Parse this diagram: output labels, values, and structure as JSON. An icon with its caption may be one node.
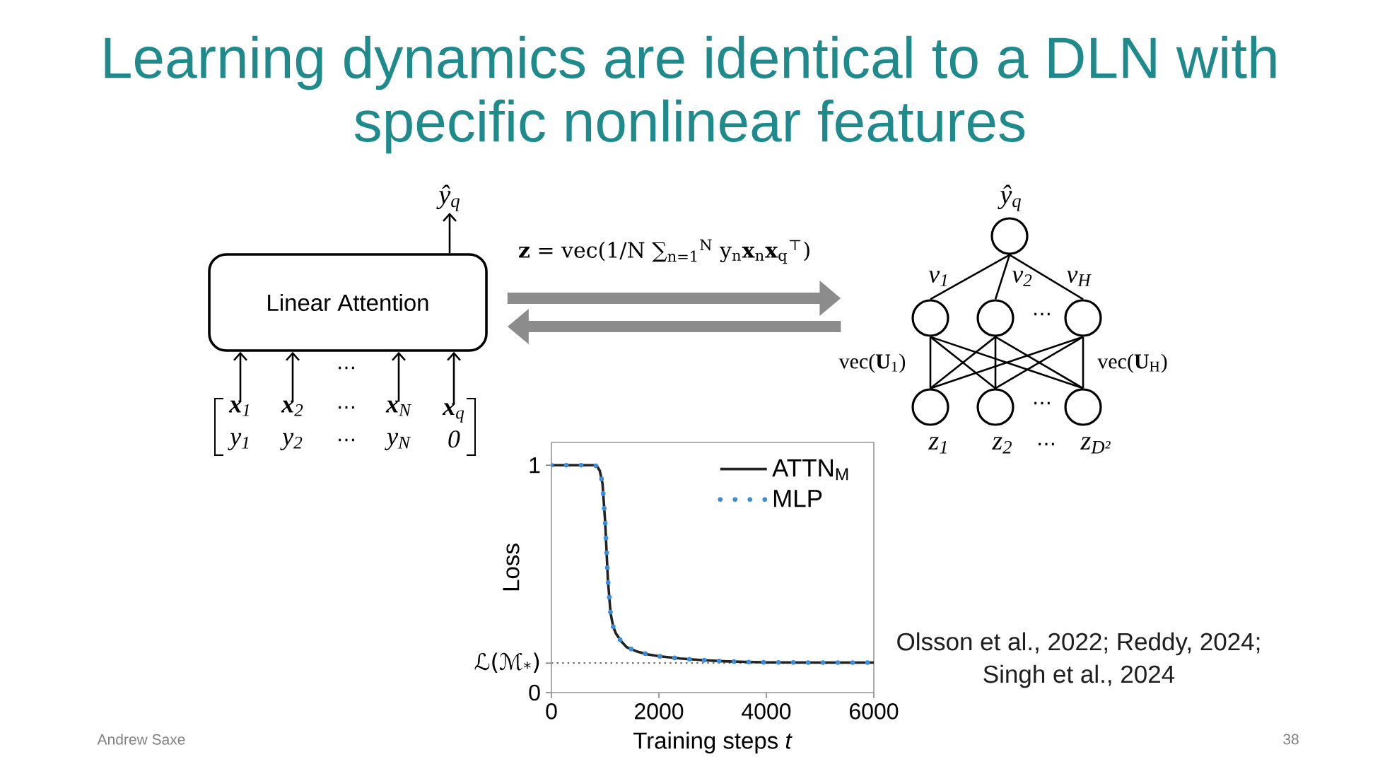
{
  "diagram": {
    "title": "Learning dynamics are identical to a DLN with specific nonlinear features",
    "nodes": [
      {
        "text": [
          "Linear Attention"
        ]
      },
      {
        "text": [
          "ŷ$_{q}$"
        ]
      },
      {
        "text": [
          "**x**$_{1}$",
          "y$_{1}$"
        ]
      },
      {
        "text": [
          "**x**$_{2}$",
          "y$_{2}$"
        ]
      },
      {
        "text": [
          "**x**$_{N}$",
          "y$_{N}$"
        ]
      },
      {
        "text": [
          "**x**$_{q}$",
          "0"
        ]
      },
      {
        "text": [],
        "shape": "circle",
        "beside": [
          "ŷ$_{q}$"
        ]
      },
      {
        "text": [],
        "shape": "circle"
      },
      {
        "text": [],
        "shape": "circle"
      },
      {
        "text": [],
        "shape": "circle"
      },
      {
        "text": [],
        "shape": "circle",
        "beside": [
          "z$_{1}$"
        ]
      },
      {
        "text": [],
        "shape": "circle",
        "beside": [
          "z$_{2}$"
        ]
      },
      {
        "text": [],
        "shape": "circle",
        "beside": [
          "z$_{D²}$"
        ]
      }
    ],
    "edges": [
      {
        "from": 0,
        "to": 1,
        "arrow": "to"
      },
      {
        "from": 2,
        "to": 0,
        "arrow": "to"
      },
      {
        "from": 3,
        "to": 0,
        "arrow": "to"
      },
      {
        "from": 4,
        "to": 0,
        "arrow": "to"
      },
      {
        "from": 5,
        "to": 0,
        "arrow": "to"
      },
      {
        "from": 0,
        "to": 7,
        "arrow": "to",
        "style": "thick",
        "color": "#8c8c8c",
        "label": "**z** = vec(1/N ∑$_{n=1}$$^{N}$ y$_{n}$**x**$_{n}$**x**$_{q}$$^{⊤}$)"
      },
      {
        "from": 7,
        "to": 0,
        "arrow": "to",
        "style": "thick",
        "color": "#8c8c8c"
      },
      {
        "from": 6,
        "to": 7,
        "arrow": "none",
        "label": "v$_{1}$"
      },
      {
        "from": 6,
        "to": 8,
        "arrow": "none",
        "label": "v$_{2}$"
      },
      {
        "from": 6,
        "to": 9,
        "arrow": "none",
        "label": "v$_{H}$"
      },
      {
        "from": 7,
        "to": 10,
        "arrow": "none",
        "label": "vec(**U**$_{1}$)"
      },
      {
        "from": 7,
        "to": 11,
        "arrow": "none"
      },
      {
        "from": 7,
        "to": 12,
        "arrow": "none"
      },
      {
        "from": 8,
        "to": 10,
        "arrow": "none"
      },
      {
        "from": 8,
        "to": 11,
        "arrow": "none"
      },
      {
        "from": 8,
        "to": 12,
        "arrow": "none"
      },
      {
        "from": 9,
        "to": 10,
        "arrow": "none"
      },
      {
        "from": 9,
        "to": 11,
        "arrow": "none"
      },
      {
        "from": 9,
        "to": 12,
        "arrow": "none",
        "label": "vec(**U**$_{H}$)"
      }
    ],
    "labels": [
      "⋯",
      "⋯",
      "⋯",
      "⋯",
      "⋯",
      "⋯",
      "Olsson et al., 2022; Reddy, 2024; Singh et al., 2024",
      "Andrew Saxe",
      "38"
    ],
    "chart_data": {
      "type": "line",
      "xlabel": "Training steps *t*",
      "ylabel": "Loss",
      "x": [
        0,
        300,
        600,
        800,
        850,
        900,
        950,
        1000,
        1050,
        1100,
        1150,
        1200,
        1300,
        1400,
        1600,
        1800,
        2000,
        2400,
        2800,
        3200,
        3600,
        4000,
        5000,
        6000
      ],
      "series": [
        {
          "name": "ATTN$_{M}$",
          "color": "#222222",
          "line_style": "solid",
          "values": [
            1,
            1,
            1,
            1,
            0.995,
            0.975,
            0.92,
            0.75,
            0.5,
            0.35,
            0.29,
            0.26,
            0.225,
            0.2,
            0.18,
            0.168,
            0.16,
            0.15,
            0.143,
            0.138,
            0.135,
            0.133,
            0.132,
            0.132
          ]
        },
        {
          "name": "MLP",
          "color": "#3a8ddb",
          "line_style": "dotted",
          "values": [
            1,
            1,
            1,
            1,
            0.995,
            0.975,
            0.92,
            0.75,
            0.5,
            0.35,
            0.29,
            0.26,
            0.225,
            0.2,
            0.18,
            0.168,
            0.16,
            0.15,
            0.143,
            0.138,
            0.135,
            0.133,
            0.132,
            0.132
          ]
        }
      ],
      "xlim": [
        0,
        6000
      ],
      "ylim": [
        0,
        1.1
      ],
      "xticks": [
        0,
        2000,
        4000,
        6000
      ],
      "yticks": [
        0,
        {
          "value": 0.13,
          "label": "ℒ(ℳ$_{*}$)"
        },
        1
      ],
      "legend": "upper right"
    }
  }
}
